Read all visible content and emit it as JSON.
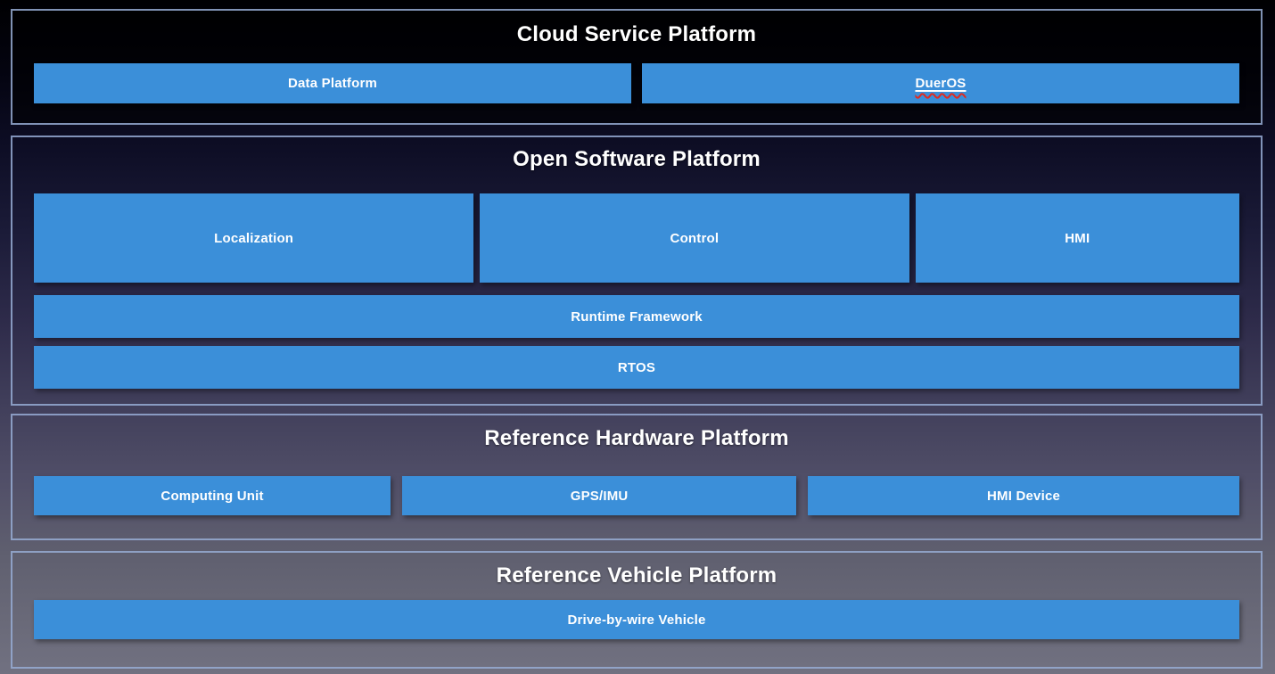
{
  "colors": {
    "box_blue": "#3b8fd9",
    "section_border": "#96acd4",
    "spellcheck_red": "#e02b20",
    "text_white": "#ffffff",
    "background_top": "#000002",
    "background_bottom": "#717181"
  },
  "sections": [
    {
      "title": "Cloud Service Platform",
      "boxes": [
        {
          "label": "Data Platform"
        },
        {
          "label": "DuerOS"
        }
      ]
    },
    {
      "title": "Open Software Platform",
      "module_boxes": [
        {
          "label": "Localization"
        },
        {
          "label": "Control"
        },
        {
          "label": "HMI"
        }
      ],
      "runtime_box": {
        "label": "Runtime Framework"
      },
      "rtos_box": {
        "label": "RTOS"
      }
    },
    {
      "title": "Reference Hardware Platform",
      "boxes": [
        {
          "label": "Computing Unit"
        },
        {
          "label": "GPS/IMU"
        },
        {
          "label": "HMI Device"
        }
      ]
    },
    {
      "title": "Reference Vehicle Platform",
      "boxes": [
        {
          "label": "Drive-by-wire Vehicle"
        }
      ]
    }
  ]
}
